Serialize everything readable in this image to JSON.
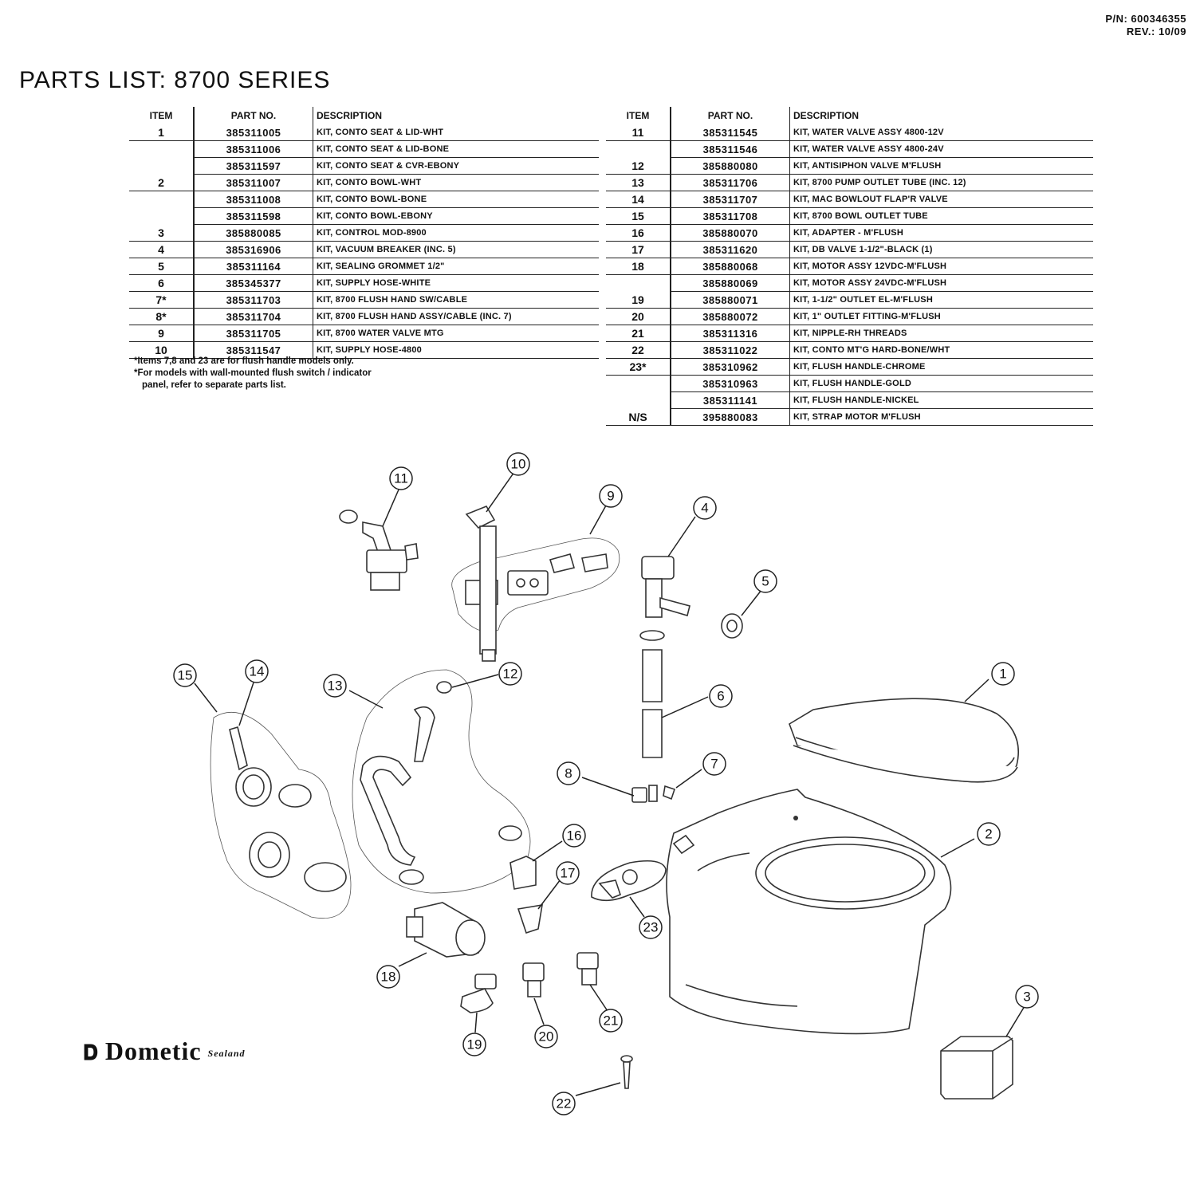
{
  "doc": {
    "pn_line": "P/N: 600346355",
    "rev_line": "REV.: 10/09",
    "title": "PARTS LIST:  8700 SERIES"
  },
  "table_headers": {
    "item": "ITEM",
    "part_left": "PART NO.",
    "part_right": "PART NO.",
    "desc": "DESCRIPTION"
  },
  "left_rows": [
    {
      "item": "1",
      "part": "385311005",
      "desc": "KIT, CONTO SEAT & LID-WHT"
    },
    {
      "item": "",
      "part": "385311006",
      "desc": "KIT, CONTO SEAT & LID-BONE"
    },
    {
      "item": "",
      "part": "385311597",
      "desc": "KIT, CONTO SEAT & CVR-EBONY"
    },
    {
      "item": "2",
      "part": "385311007",
      "desc": "KIT, CONTO BOWL-WHT"
    },
    {
      "item": "",
      "part": "385311008",
      "desc": "KIT, CONTO BOWL-BONE"
    },
    {
      "item": "",
      "part": "385311598",
      "desc": "KIT, CONTO BOWL-EBONY"
    },
    {
      "item": "3",
      "part": "385880085",
      "desc": "KIT, CONTROL MOD-8900"
    },
    {
      "item": "4",
      "part": "385316906",
      "desc": "KIT, VACUUM BREAKER (INC. 5)"
    },
    {
      "item": "5",
      "part": "385311164",
      "desc": "KIT, SEALING GROMMET 1/2\""
    },
    {
      "item": "6",
      "part": "385345377",
      "desc": "KIT, SUPPLY HOSE-WHITE"
    },
    {
      "item": "7*",
      "part": "385311703",
      "desc": "KIT, 8700 FLUSH HAND SW/CABLE"
    },
    {
      "item": "8*",
      "part": "385311704",
      "desc": "KIT, 8700 FLUSH HAND ASSY/CABLE (INC. 7)"
    },
    {
      "item": "9",
      "part": "385311705",
      "desc": "KIT, 8700 WATER VALVE MTG"
    },
    {
      "item": "10",
      "part": "385311547",
      "desc": "KIT, SUPPLY HOSE-4800"
    }
  ],
  "right_rows": [
    {
      "item": "11",
      "part": "385311545",
      "desc": "KIT, WATER VALVE ASSY 4800-12V"
    },
    {
      "item": "",
      "part": "385311546",
      "desc": "KIT, WATER VALVE ASSY 4800-24V"
    },
    {
      "item": "12",
      "part": "385880080",
      "desc": "KIT, ANTISIPHON VALVE M'FLUSH"
    },
    {
      "item": "13",
      "part": "385311706",
      "desc": "KIT, 8700 PUMP OUTLET TUBE (INC. 12)"
    },
    {
      "item": "14",
      "part": "385311707",
      "desc": "KIT, MAC BOWLOUT FLAP'R VALVE"
    },
    {
      "item": "15",
      "part": "385311708",
      "desc": "KIT, 8700 BOWL OUTLET TUBE"
    },
    {
      "item": "16",
      "part": "385880070",
      "desc": "KIT, ADAPTER - M'FLUSH"
    },
    {
      "item": "17",
      "part": "385311620",
      "desc": "KIT, DB VALVE 1-1/2\"-BLACK (1)"
    },
    {
      "item": "18",
      "part": "385880068",
      "desc": "KIT, MOTOR ASSY 12VDC-M'FLUSH"
    },
    {
      "item": "",
      "part": "385880069",
      "desc": "KIT, MOTOR ASSY 24VDC-M'FLUSH"
    },
    {
      "item": "19",
      "part": "385880071",
      "desc": "KIT, 1-1/2\" OUTLET EL-M'FLUSH"
    },
    {
      "item": "20",
      "part": "385880072",
      "desc": "KIT, 1\" OUTLET FITTING-M'FLUSH"
    },
    {
      "item": "21",
      "part": "385311316",
      "desc": "KIT, NIPPLE-RH THREADS"
    },
    {
      "item": "22",
      "part": "385311022",
      "desc": "KIT, CONTO MT'G HARD-BONE/WHT"
    },
    {
      "item": "23*",
      "part": "385310962",
      "desc": "KIT, FLUSH HANDLE-CHROME"
    },
    {
      "item": "",
      "part": "385310963",
      "desc": "KIT, FLUSH HANDLE-GOLD"
    },
    {
      "item": "",
      "part": "385311141",
      "desc": "KIT, FLUSH HANDLE-NICKEL"
    },
    {
      "item": "N/S",
      "part": "395880083",
      "desc": "KIT, STRAP MOTOR M'FLUSH"
    }
  ],
  "notes": [
    "*Items 7,8 and 23 are for flush handle models only.",
    "*For models with wall-mounted flush switch / indicator",
    "panel, refer to separate parts list."
  ],
  "callouts": [
    "1",
    "2",
    "3",
    "4",
    "5",
    "6",
    "7",
    "8",
    "9",
    "10",
    "11",
    "12",
    "13",
    "14",
    "15",
    "16",
    "17",
    "18",
    "19",
    "20",
    "21",
    "22",
    "23"
  ],
  "brand": {
    "name": "Dometic",
    "sub": "Sealand"
  }
}
